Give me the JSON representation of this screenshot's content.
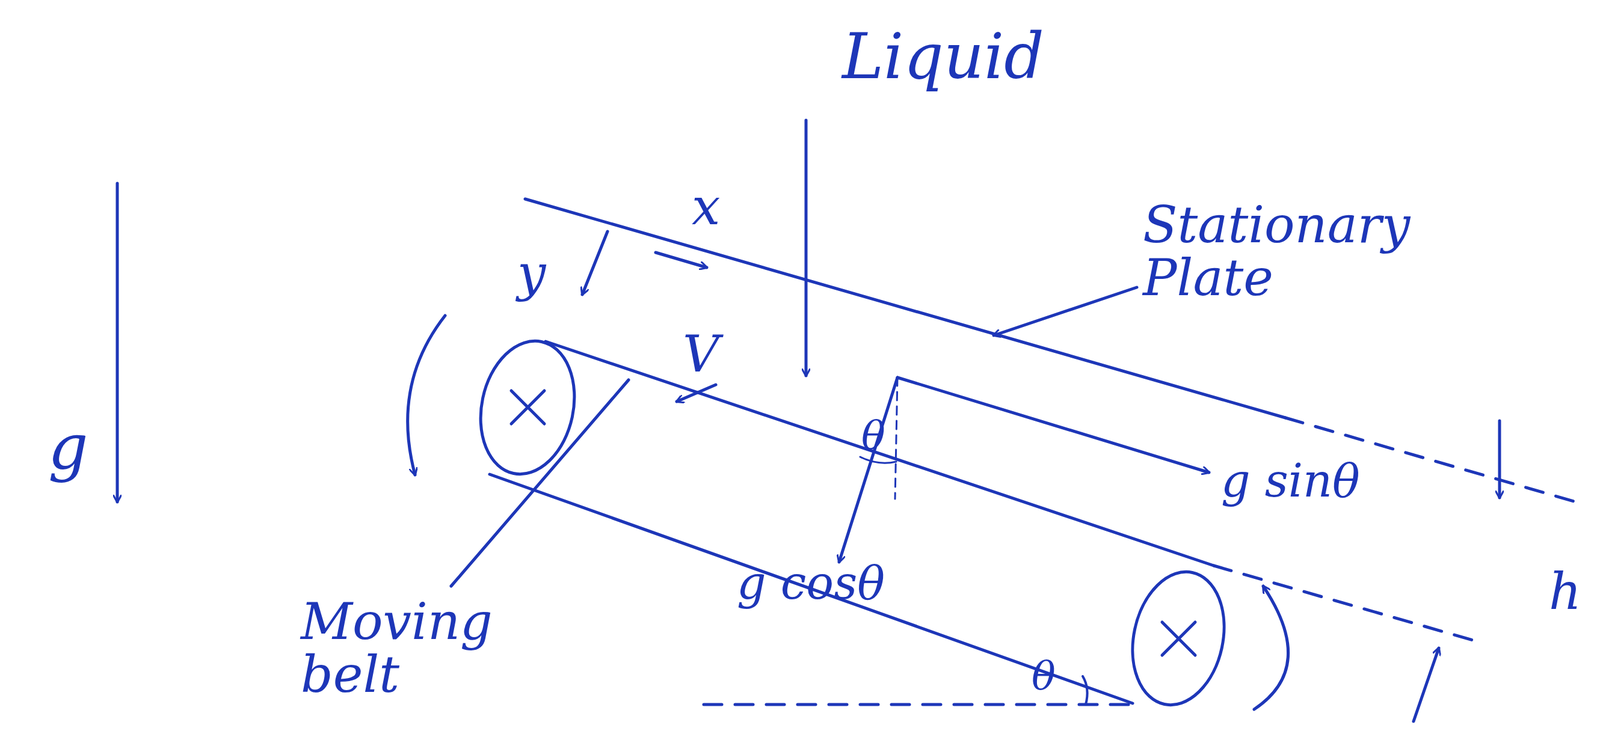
{
  "diagram": {
    "labels": [
      "Liquid",
      "x",
      "y",
      "Stationary Plate",
      "V",
      "g sinθ",
      "θ",
      "θ",
      "g cosθ",
      "g",
      "Moving belt",
      "h"
    ]
  }
}
